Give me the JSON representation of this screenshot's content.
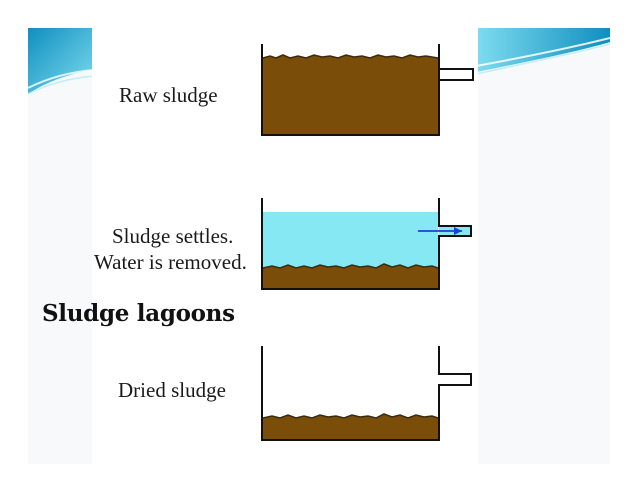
{
  "slide": {
    "title": "Sludge lagoons"
  },
  "stages": [
    {
      "label": "Raw sludge"
    },
    {
      "label_line1": "Sludge settles.",
      "label_line2": "Water is removed."
    },
    {
      "label": "Dried sludge"
    }
  ],
  "colors": {
    "sludge": "#7a4e08",
    "sludge_dark": "#3b2a10",
    "water": "#86e8f2",
    "arrow": "#1f3fd6",
    "tank_outline": "#111111",
    "accent_teal": "#1aa3c7",
    "accent_light": "#c8f0f7"
  },
  "icons": {
    "top_left": "decorative-swoosh-icon",
    "top_right": "decorative-swoosh-icon",
    "flow_arrow": "right-arrow-icon"
  }
}
